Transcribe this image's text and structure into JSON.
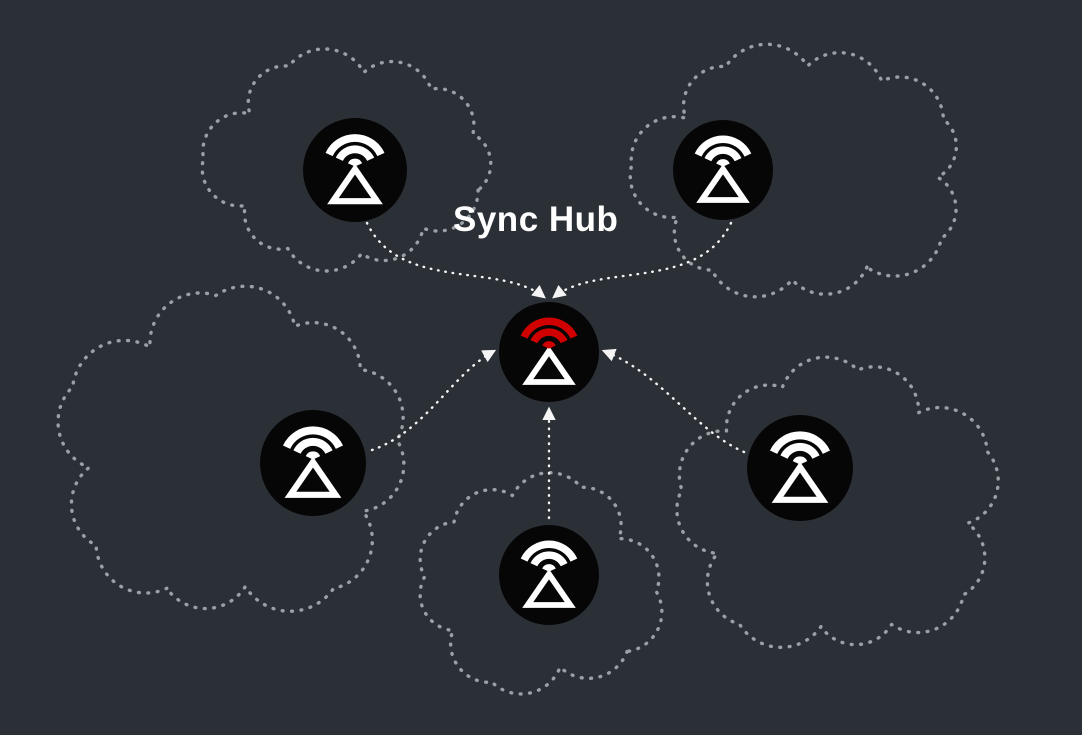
{
  "diagram": {
    "title": "Sync Hub",
    "colors": {
      "background": "#2b3036",
      "cloud_outline": "#9aa0a5",
      "arrow": "#f4f4f4",
      "node_fill": "#060607",
      "icon_white": "#ffffff",
      "hub_accent_red": "#d00000",
      "title_text": "#ffffff"
    },
    "nodes": {
      "hub": {
        "icon": "wifi-triangle-hub-icon",
        "accent": "red"
      },
      "peers": [
        {
          "position": "top-left",
          "icon": "wifi-triangle-node-icon"
        },
        {
          "position": "top-right",
          "icon": "wifi-triangle-node-icon"
        },
        {
          "position": "mid-left",
          "icon": "wifi-triangle-node-icon"
        },
        {
          "position": "bottom-center",
          "icon": "wifi-triangle-node-icon"
        },
        {
          "position": "mid-right",
          "icon": "wifi-triangle-node-icon"
        }
      ]
    }
  }
}
